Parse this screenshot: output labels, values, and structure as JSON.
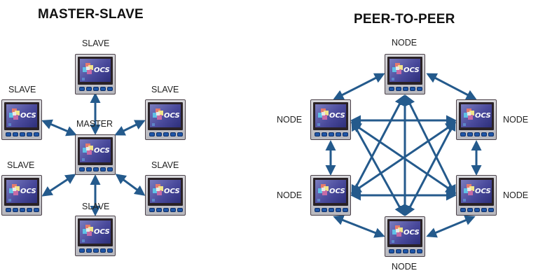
{
  "master_slave": {
    "title": "MASTER-SLAVE",
    "labels": {
      "top": "SLAVE",
      "upper_left": "SLAVE",
      "upper_right": "SLAVE",
      "center": "MASTER",
      "lower_left": "SLAVE",
      "lower_right": "SLAVE",
      "bottom": "SLAVE"
    }
  },
  "peer_to_peer": {
    "title": "PEER-TO-PEER",
    "labels": {
      "top": "NODE",
      "upper_left": "NODE",
      "upper_right": "NODE",
      "lower_left": "NODE",
      "lower_right": "NODE",
      "bottom": "NODE"
    }
  },
  "device": {
    "brand_text": "OCS"
  },
  "colors": {
    "link": "#245a8c",
    "screen": "#4a4a9c"
  }
}
